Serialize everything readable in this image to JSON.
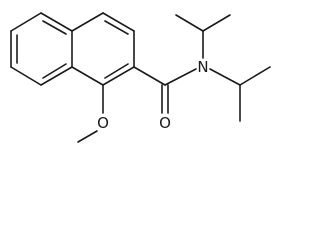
{
  "structure": {
    "atoms": {
      "oxygen_methoxy": "O",
      "oxygen_carbonyl": "O",
      "nitrogen_amide": "N"
    }
  }
}
